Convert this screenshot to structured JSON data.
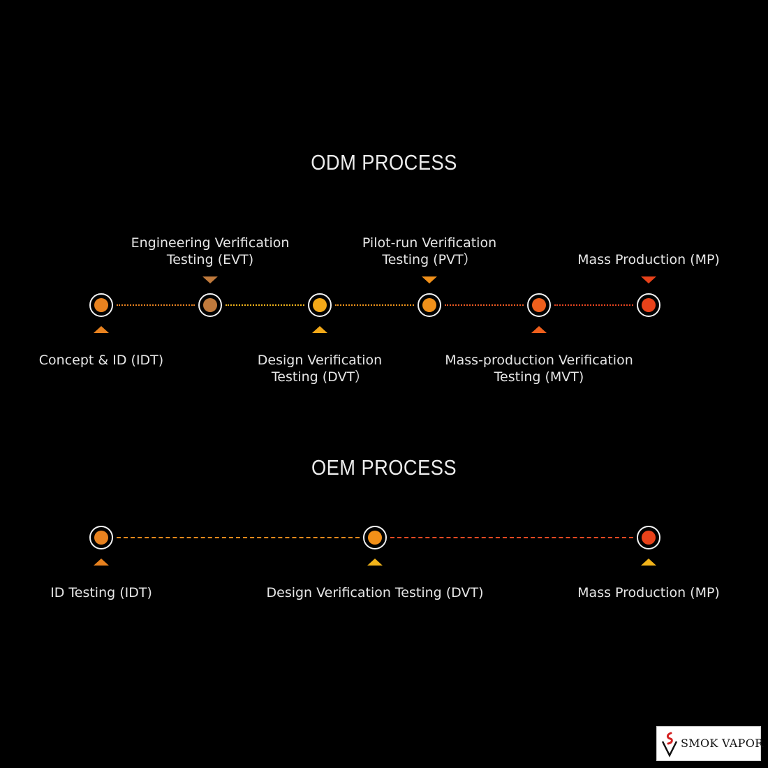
{
  "odm": {
    "title": "ODM PROCESS",
    "steps": [
      {
        "line1": "Concept & ID (IDT)",
        "line2": "",
        "color": "#e8821f",
        "marker": "up",
        "label_pos": "below"
      },
      {
        "line1": "Engineering Verification",
        "line2": "Testing (EVT)",
        "color": "#c07a3c",
        "marker": "down",
        "label_pos": "above"
      },
      {
        "line1": "Design Verification",
        "line2": "Testing (DVT）",
        "color": "#f2a818",
        "marker": "up",
        "label_pos": "below"
      },
      {
        "line1": "Pilot-run Verification",
        "line2": "Testing (PVT）",
        "color": "#f0901a",
        "marker": "down",
        "label_pos": "above"
      },
      {
        "line1": "Mass-production Verification",
        "line2": "Testing (MVT)",
        "color": "#ee5f1c",
        "marker": "up",
        "label_pos": "below"
      },
      {
        "line1": "Mass Production (MP)",
        "line2": "",
        "color": "#e8421a",
        "marker": "down",
        "label_pos": "above"
      }
    ],
    "connector_colors": [
      "#e8821f",
      "#f2b41a",
      "#f0941a",
      "#ee5a22",
      "#ea4620"
    ]
  },
  "oem": {
    "title": "OEM PROCESS",
    "steps": [
      {
        "line1": "ID Testing (IDT)",
        "color": "#e8821f",
        "marker_color": "#e8821f"
      },
      {
        "line1": "Design Verification Testing (DVT)",
        "color": "#f29018",
        "marker_color": "#f2b41a"
      },
      {
        "line1": "Mass Production (MP)",
        "color": "#e8421a",
        "marker_color": "#f2b41a"
      }
    ],
    "connector_colors": [
      "#ee8a1c",
      "#ea4a22"
    ]
  },
  "logo": {
    "text": "SMOK VAPOR",
    "accent": "#d42020"
  }
}
